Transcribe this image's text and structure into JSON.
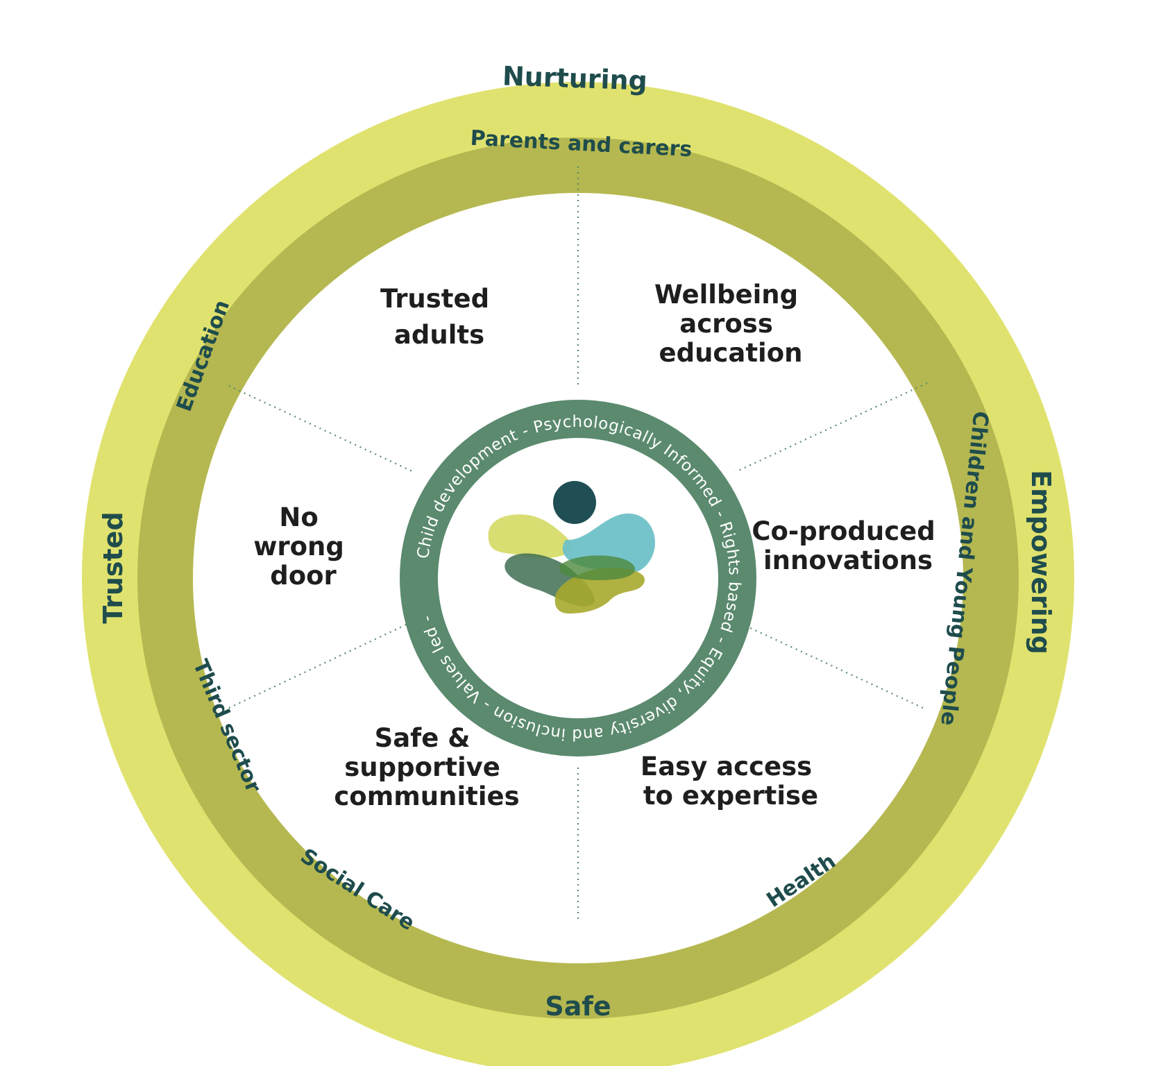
{
  "colors": {
    "outer_ring": "#e0e26f",
    "middle_ring": "#b5b850",
    "inner_ring": "#5b8a6e",
    "ring_text": "#1f4c4c",
    "segment_text": "#1e1e1e",
    "divider": "#5b8a6e",
    "inner_ring_text": "#ffffff"
  },
  "outer_ring": {
    "top": "Nurturing",
    "right": "Empowering",
    "bottom": "Safe",
    "left": "Trusted"
  },
  "middle_ring": {
    "parents": "Parents and carers",
    "children": "Children and Young People",
    "health": "Health",
    "social_care": "Social Care",
    "third_sector": "Third sector",
    "education": "Education"
  },
  "segments": {
    "top_left": [
      "Trusted",
      "adults"
    ],
    "top_right": [
      "Wellbeing",
      "across",
      "education"
    ],
    "right": [
      "Co-produced",
      "innovations"
    ],
    "bottom_right": [
      "Easy access",
      "to expertise"
    ],
    "bottom_left": [
      "Safe &",
      "supportive",
      "communities"
    ],
    "left": [
      "No",
      "wrong",
      "door"
    ]
  },
  "inner_ring_text": "Child development - Psychologically Informed - Rights based - Equity, diversity and inclusion - Values led -",
  "logo": {
    "head_color": "#1f4f55",
    "blob_yellow": "#d7dc6a",
    "blob_blue": "#6fc1c8",
    "blob_green": "#4e8a3d",
    "blob_olive": "#a6a92c",
    "blob_dark": "#3f6e52"
  }
}
